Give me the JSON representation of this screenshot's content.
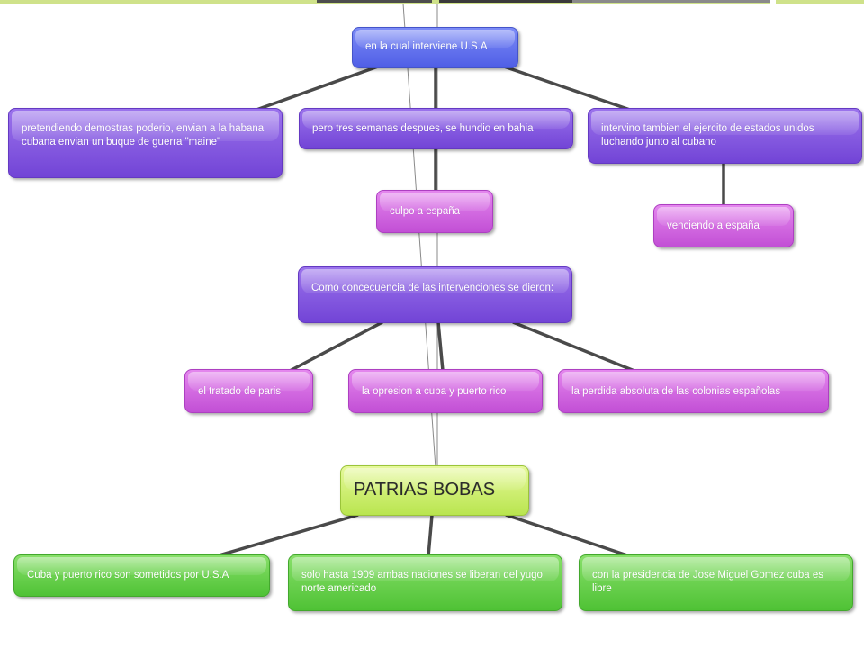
{
  "nodes": {
    "usa": "en la cual interviene U.S.A",
    "poderio": "pretendiendo demostras poderio, envian a la habana cubana envian un buque de guerra \"maine\"",
    "hundio": "pero tres semanas despues, se hundio en bahia",
    "ejercito": "intervino tambien el ejercito de estados unidos luchando junto al cubano",
    "culpo": "culpo a españa",
    "venciendo": "venciendo a españa",
    "consecuencia": "Como concecuencia de las intervenciones se dieron:",
    "tratado": "el tratado de paris",
    "opresion": "la opresion a cuba y puerto rico",
    "perdida": "la perdida absoluta de las colonias españolas",
    "patrias": "PATRIAS BOBAS",
    "sometidos": "Cuba y puerto rico son sometidos por U.S.A",
    "liberan": "solo hasta 1909 ambas naciones se liberan del yugo norte americado",
    "presidencia": "con la presidencia de Jose Miguel Gomez cuba es libre"
  },
  "colors": {
    "blue": "#5b6af0",
    "violet": "#7f52de",
    "pink": "#cc5fdc",
    "green": "#5ccb3f",
    "lime": "#c8ee6a",
    "connector": "#4a4a4a"
  }
}
